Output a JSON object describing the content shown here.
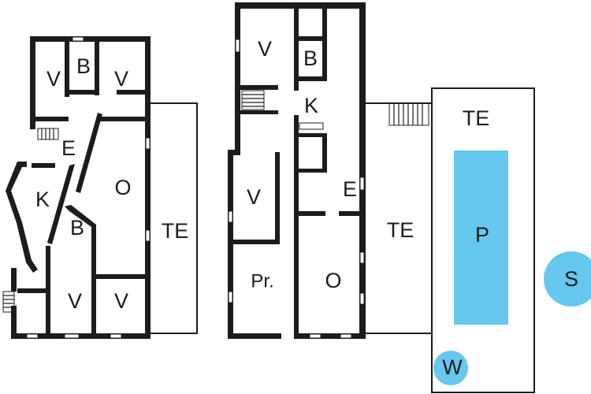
{
  "colors": {
    "wall": "#1c1c1c",
    "floor": "#ffffff",
    "water": "#66c7ef"
  },
  "labels": {
    "left_v1": "V",
    "left_b1": "B",
    "left_v2": "V",
    "left_e": "E",
    "left_k": "K",
    "left_o": "O",
    "left_b2": "B",
    "left_v3": "V",
    "left_v4": "V",
    "left_te": "TE",
    "mid_v1": "V",
    "mid_b": "B",
    "mid_k": "K",
    "mid_v2": "V",
    "mid_e": "E",
    "mid_pr": "Pr.",
    "mid_o": "O",
    "mid_te": "TE",
    "right_te": "TE",
    "pool": "P",
    "sauna": "S",
    "whirlpool": "W"
  }
}
